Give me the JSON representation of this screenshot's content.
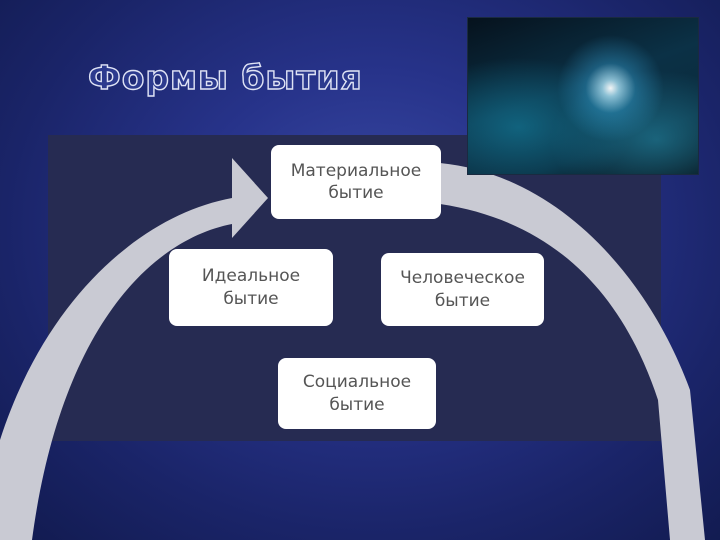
{
  "slide": {
    "title": "Формы бытия"
  },
  "diagram": {
    "nodes": [
      {
        "id": "material",
        "label": "Материальное\nбытие"
      },
      {
        "id": "ideal",
        "label": "Идеальное\nбытие"
      },
      {
        "id": "human",
        "label": "Человеческое\nбытие"
      },
      {
        "id": "social",
        "label": "Социальное\nбытие"
      }
    ]
  },
  "colors": {
    "background": "#27338a",
    "panel": "#262b52",
    "arc": "#c9cad3",
    "node_fill": "#ffffff",
    "node_text": "#555555"
  },
  "icons": [
    "cosmic-photo",
    "curved-arrow"
  ]
}
